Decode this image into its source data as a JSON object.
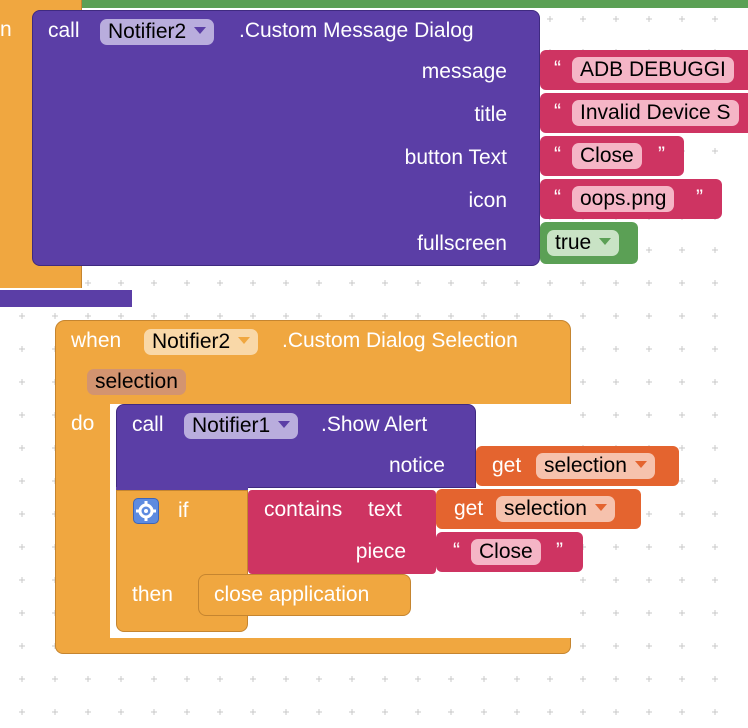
{
  "colors": {
    "procedure": "#5b3ea6",
    "event": "#f0a740",
    "text": "#ce3462",
    "variable": "#e4642f",
    "logic": "#5ba055",
    "control": "#f0a740",
    "grid": "#c8c8c8"
  },
  "block1": {
    "left_fragment": "n",
    "call": "call",
    "component": "Notifier2",
    "method": ".Custom Message Dialog",
    "params": {
      "message": "message",
      "title": "title",
      "button_text": "button Text",
      "icon": "icon",
      "fullscreen": "fullscreen"
    },
    "values": {
      "message": "ADB DEBUGGI",
      "title": "Invalid Device S",
      "button_text": "Close",
      "icon": "oops.png",
      "fullscreen": "true"
    },
    "open_quote": "“",
    "close_quote": "”"
  },
  "block2": {
    "when": "when",
    "component": "Notifier2",
    "event": ".Custom Dialog Selection",
    "param": "selection",
    "do": "do",
    "alert": {
      "call": "call",
      "component": "Notifier1",
      "method": ".Show Alert",
      "notice": "notice",
      "get": "get",
      "var": "selection"
    },
    "if": {
      "if": "if",
      "contains": "contains",
      "text_label": "text",
      "get": "get",
      "var": "selection",
      "piece": "piece",
      "piece_value": "Close",
      "then": "then",
      "action": "close application"
    }
  }
}
